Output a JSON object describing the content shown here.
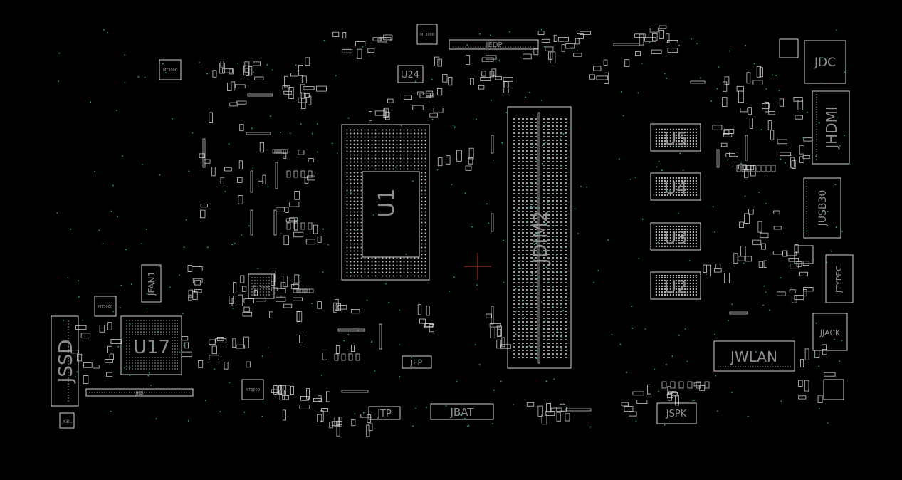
{
  "board": {
    "background": "#000000",
    "outline_color": "#cfcfcf",
    "label_color": "#8e8e8e",
    "via_color": "#2fa3a0",
    "cursor_color": "#c0392b"
  },
  "labels": {
    "jedp": "JEDP",
    "jdc": "JDC",
    "jhdmi": "JHDMI",
    "u24": "U24",
    "u1": "U1",
    "jdim2": "JDIM2",
    "u5": "U5",
    "u4": "U4",
    "u3": "U3",
    "u2": "U2",
    "jusb30": "JUSB30",
    "jtypec": "JTYPEC",
    "jjack": "JJACK",
    "jwlan": "JWLAN",
    "jspk": "JSPK",
    "jbat": "JBAT",
    "jtp": "JTP",
    "jfp": "JFP",
    "jfan1": "JFAN1",
    "u17": "U17",
    "jssd": "JSSD",
    "jkb": "JKB",
    "jkbl": "JKBL",
    "pu3000": "PU3000",
    "mt": "MT3000"
  }
}
